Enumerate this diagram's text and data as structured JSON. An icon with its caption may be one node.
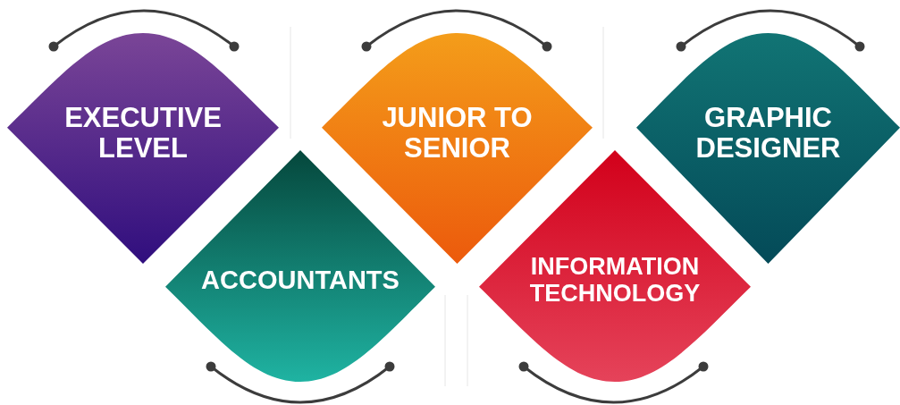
{
  "diagram": {
    "nodes": [
      {
        "text": [
          "EXECUTIVE LEVEL"
        ]
      },
      {
        "text": [
          "ACCOUNTANTS"
        ]
      },
      {
        "text": [
          "JUNIOR TO SENIOR"
        ]
      },
      {
        "text": [
          "INFORMATION TECHNOLOGY"
        ]
      },
      {
        "text": [
          "GRAPHIC DESIGNER"
        ]
      }
    ]
  }
}
